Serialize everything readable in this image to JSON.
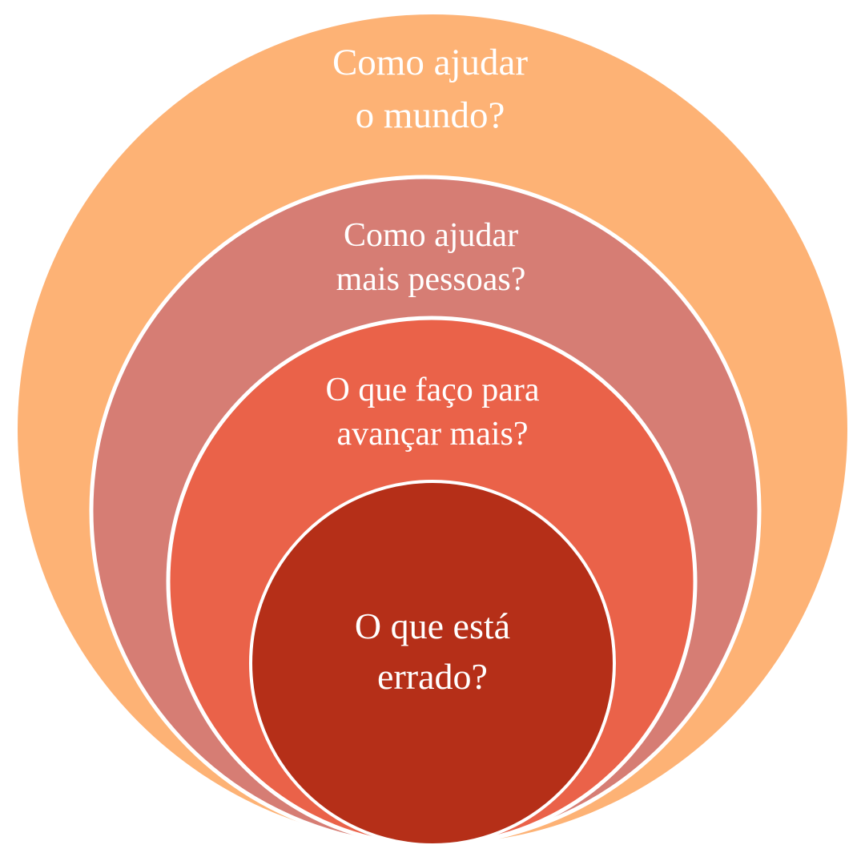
{
  "diagram": {
    "type": "nested-circles",
    "circles": [
      {
        "lines": [
          "Como ajudar",
          "o mundo?"
        ],
        "color": "#FDB275"
      },
      {
        "lines": [
          "Como ajudar",
          "mais pessoas?"
        ],
        "color": "#D67D74"
      },
      {
        "lines": [
          "O que faço para",
          "avançar mais?"
        ],
        "color": "#EA6249"
      },
      {
        "lines": [
          "O que está",
          "errado?"
        ],
        "color": "#B52F18"
      }
    ]
  }
}
